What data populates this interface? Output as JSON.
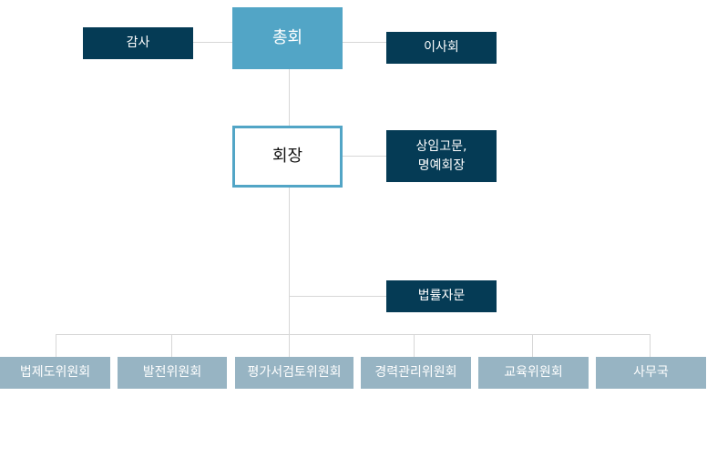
{
  "org": {
    "general_assembly": "총회",
    "audit": "감사",
    "board": "이사회",
    "chairman": "회장",
    "advisors": "상임고문,\n명예회장",
    "legal": "법률자문",
    "committees": [
      "법제도위원회",
      "발전위원회",
      "평가서검토위원회",
      "경력관리위원회",
      "교육위원회",
      "사무국"
    ]
  },
  "colors": {
    "dark_box": "#053b55",
    "accent": "#52a5c6",
    "committee_box": "#97b4c3",
    "connector": "#d7d7d7"
  }
}
